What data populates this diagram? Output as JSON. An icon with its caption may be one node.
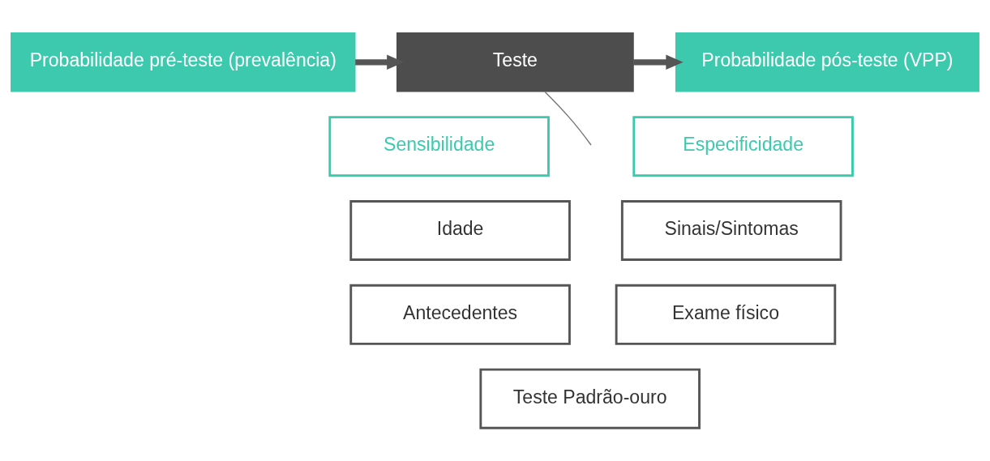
{
  "diagram": {
    "nodes": [
      {
        "text": [
          "Probabilidade pré-teste (prevalência)"
        ]
      },
      {
        "text": [
          "Teste"
        ]
      },
      {
        "text": [
          "Probabilidade pós-teste (VPP)"
        ]
      },
      {
        "text": [
          "Sensibilidade"
        ]
      },
      {
        "text": [
          "Especificidade"
        ]
      },
      {
        "text": [
          "Idade"
        ]
      },
      {
        "text": [
          "Sinais/Sintomas"
        ]
      },
      {
        "text": [
          "Antecedentes"
        ]
      },
      {
        "text": [
          "Exame físico"
        ]
      },
      {
        "text": [
          "Teste Padrão-ouro"
        ]
      }
    ],
    "edges": [
      {
        "from": 0,
        "to": 1,
        "arrow": "to"
      },
      {
        "from": 1,
        "to": 2,
        "arrow": "to"
      },
      {
        "from": 1,
        "to": null,
        "arrow": "none"
      }
    ]
  }
}
